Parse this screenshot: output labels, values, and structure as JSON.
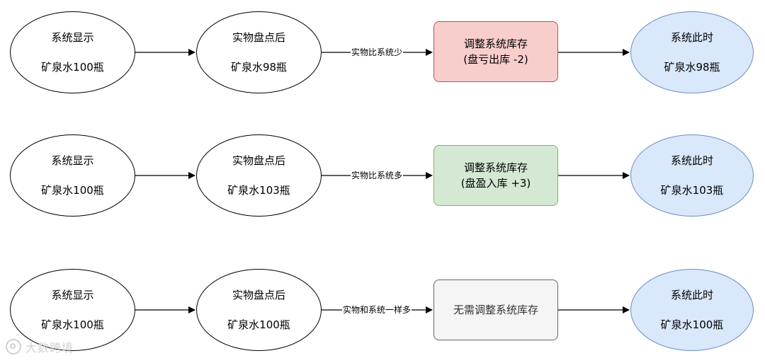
{
  "rows": [
    {
      "system": {
        "line1": "系统显示",
        "line2": "矿泉水100瓶"
      },
      "count": {
        "line1": "实物盘点后",
        "line2": "矿泉水98瓶"
      },
      "edge_label": "实物比系统少",
      "action": {
        "line1": "调整系统库存",
        "line2": "(盘亏出库 -2)"
      },
      "result": {
        "line1": "系统此时",
        "line2": "矿泉水98瓶"
      }
    },
    {
      "system": {
        "line1": "系统显示",
        "line2": "矿泉水100瓶"
      },
      "count": {
        "line1": "实物盘点后",
        "line2": "矿泉水103瓶"
      },
      "edge_label": "实物比系统多",
      "action": {
        "line1": "调整系统库存",
        "line2": "(盘盈入库 +3)"
      },
      "result": {
        "line1": "系统此时",
        "line2": "矿泉水103瓶"
      }
    },
    {
      "system": {
        "line1": "系统显示",
        "line2": "矿泉水100瓶"
      },
      "count": {
        "line1": "实物盘点后",
        "line2": "矿泉水100瓶"
      },
      "edge_label": "实物和系统一样多",
      "action": {
        "line1": "无需调整系统库存",
        "line2": ""
      },
      "result": {
        "line1": "系统此时",
        "line2": "矿泉水100瓶"
      }
    }
  ],
  "colors": {
    "loss": "#f8cecc",
    "gain": "#d5e8d4",
    "neutral": "#f5f5f5",
    "result": "#dae8fc"
  },
  "watermark": "大数跨境"
}
